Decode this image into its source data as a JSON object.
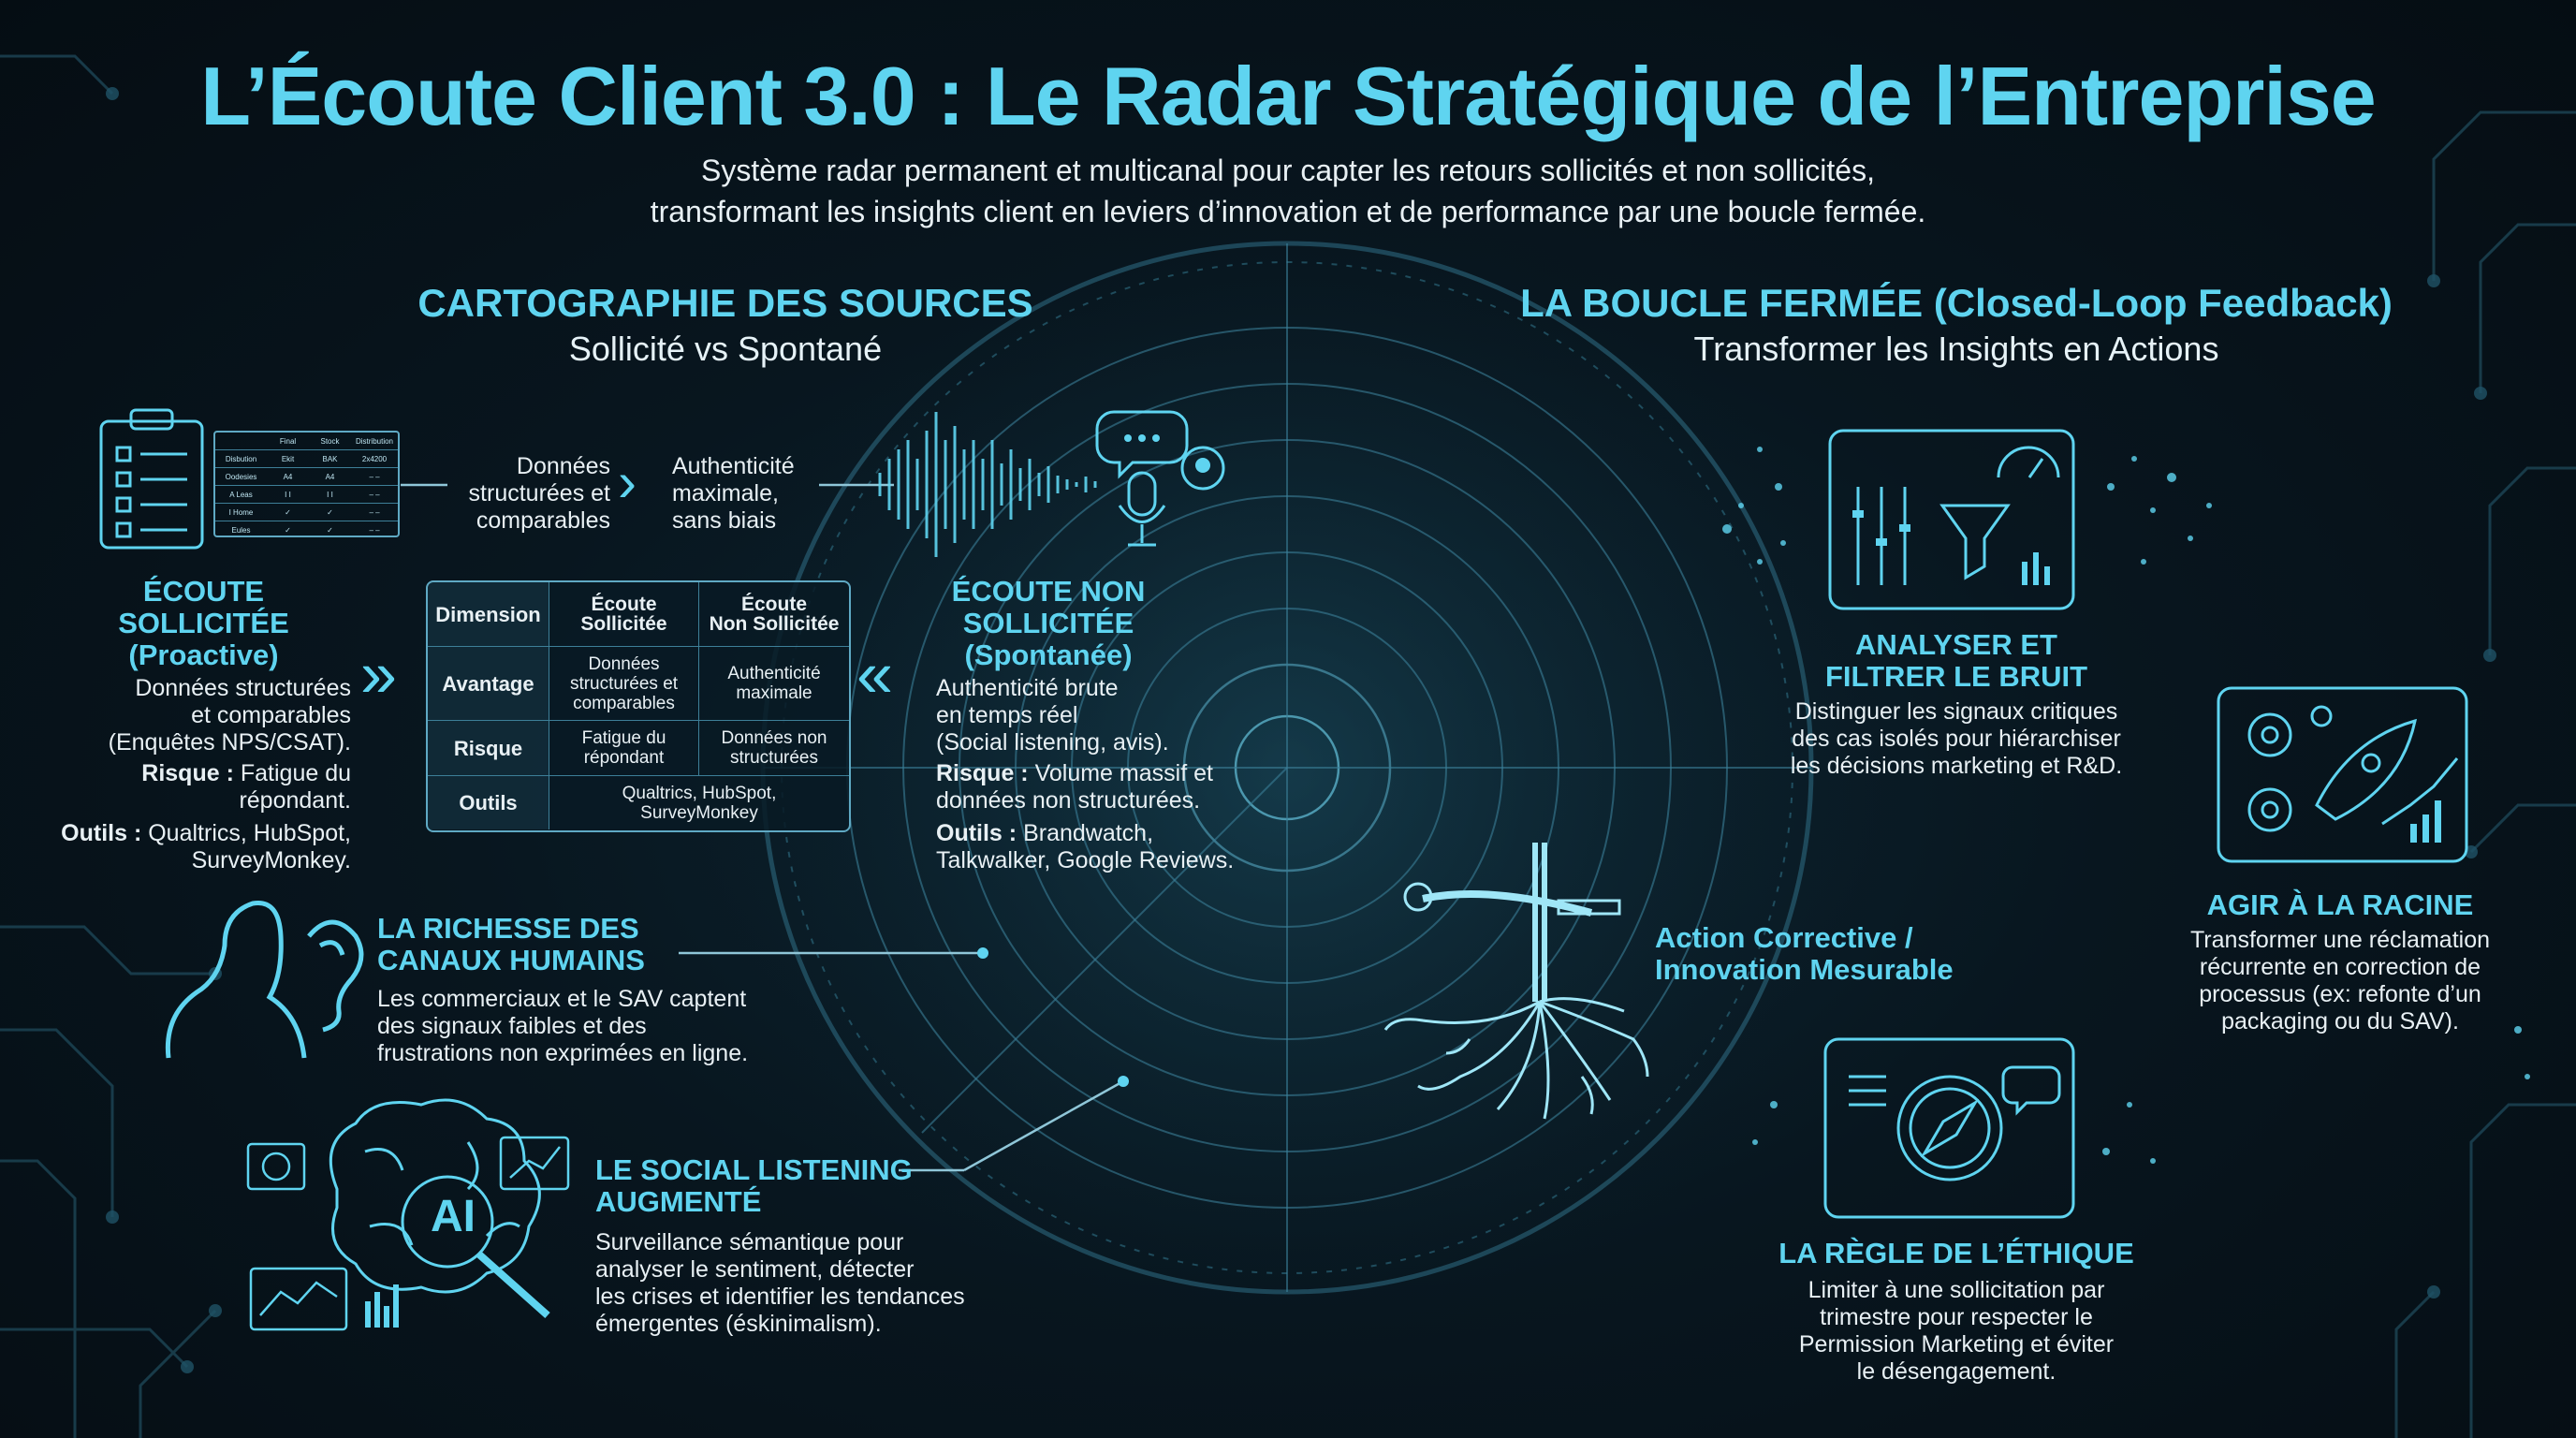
{
  "header": {
    "title": "L’Écoute Client 3.0 : Le Radar Stratégique de l’Entreprise",
    "subtitle_line1": "Système radar permanent et multicanal pour capter les retours sollicités et non sollicités,",
    "subtitle_line2": "transformant les insights client en leviers d’innovation et de performance par une boucle fermée."
  },
  "left_section": {
    "title": "CARTOGRAPHIE DES SOURCES",
    "subtitle": "Sollicité vs Spontané"
  },
  "right_section": {
    "title": "LA BOUCLE FERMÉE (Closed-Loop Feedback)",
    "subtitle": "Transformer les Insights en Actions"
  },
  "top_labels": {
    "structured": [
      "Données",
      "structurées et",
      "comparables"
    ],
    "authenticity": [
      "Authenticité",
      "maximale,",
      "sans biais"
    ]
  },
  "mini_table": {
    "headers": [
      "Final",
      "Stock",
      "Distribution"
    ],
    "rows": [
      [
        "Disbution",
        "Ekit",
        "BAK",
        "2x4200"
      ],
      [
        "Oodesies",
        "A4",
        "A4",
        "– –"
      ],
      [
        "A Leas",
        "I I",
        "I I",
        "– –"
      ],
      [
        "I Home",
        "✓",
        "✓",
        "– –"
      ],
      [
        "Eules",
        "✓",
        "✓",
        "– –"
      ]
    ]
  },
  "solicited": {
    "title_line1": "ÉCOUTE SOLLICITÉE",
    "title_line2": "(Proactive)",
    "desc": [
      "Données structurées",
      "et comparables",
      "(Enquêtes NPS/CSAT)."
    ],
    "risk_label": "Risque :",
    "risk_line1": "Fatigue du",
    "risk_line2": "répondant.",
    "tools_label": "Outils :",
    "tools_line1": "Qualtrics, HubSpot,",
    "tools_line2": "SurveyMonkey."
  },
  "unsolicited": {
    "title_line1": "ÉCOUTE NON SOLLICITÉE",
    "title_line2": "(Spontanée)",
    "desc": [
      "Authenticité brute",
      "en temps réel",
      "(Social listening, avis)."
    ],
    "risk_label": "Risque :",
    "risk_line1": "Volume massif et",
    "risk_line2": "données non structurées.",
    "tools_label": "Outils :",
    "tools_line1": "Brandwatch,",
    "tools_line2": "Talkwalker, Google Reviews."
  },
  "comparison": {
    "h_dimension": "Dimension",
    "h_sol": [
      "Écoute",
      "Sollicitée"
    ],
    "h_nonsol": [
      "Écoute",
      "Non Sollicitée"
    ],
    "r1_label": "Avantage",
    "r1_sol": [
      "Données",
      "structurées et",
      "comparables"
    ],
    "r1_nonsol": [
      "Authenticité",
      "maximale"
    ],
    "r2_label": "Risque",
    "r2_sol": [
      "Fatigue du",
      "répondant"
    ],
    "r2_nonsol": [
      "Données non",
      "structurées"
    ],
    "r3_label": "Outils",
    "r3_all": [
      "Qualtrics, HubSpot,",
      "SurveyMonkey"
    ]
  },
  "human": {
    "title_line1": "LA RICHESSE DES",
    "title_line2": "CANAUX HUMAINS",
    "desc": [
      "Les commerciaux et le SAV captent",
      "des signaux faibles et des",
      "frustrations non exprimées en ligne."
    ]
  },
  "social": {
    "title_line1": "LE SOCIAL LISTENING",
    "title_line2": "AUGMENTÉ",
    "desc": [
      "Surveillance sémantique pour",
      "analyser le sentiment, détecter",
      "les crises et identifier les tendances",
      "émergentes (éskinimalism)."
    ],
    "ai_label": "AI"
  },
  "analyze": {
    "title_line1": "ANALYSER ET",
    "title_line2": "FILTRER LE BRUIT",
    "desc": [
      "Distinguer les signaux critiques",
      "des cas isolés pour hiérarchiser",
      "les décisions marketing et R&D."
    ]
  },
  "root": {
    "title": "AGIR À LA RACINE",
    "desc": [
      "Transformer une réclamation",
      "récurrente en correction de",
      "processus (ex: refonte d’un",
      "packaging ou du SAV)."
    ]
  },
  "action": {
    "line1": "Action Corrective /",
    "line2": "Innovation Mesurable"
  },
  "ethics": {
    "title": "LA RÈGLE DE L’ÉTHIQUE",
    "desc": [
      "Limiter à une sollicitation par",
      "trimestre pour respecter le",
      "Permission Marketing et éviter",
      "le désengagement."
    ]
  },
  "colors": {
    "accent": "#5fd4f0",
    "background": "#07131b",
    "line": "#3d8fb0"
  }
}
